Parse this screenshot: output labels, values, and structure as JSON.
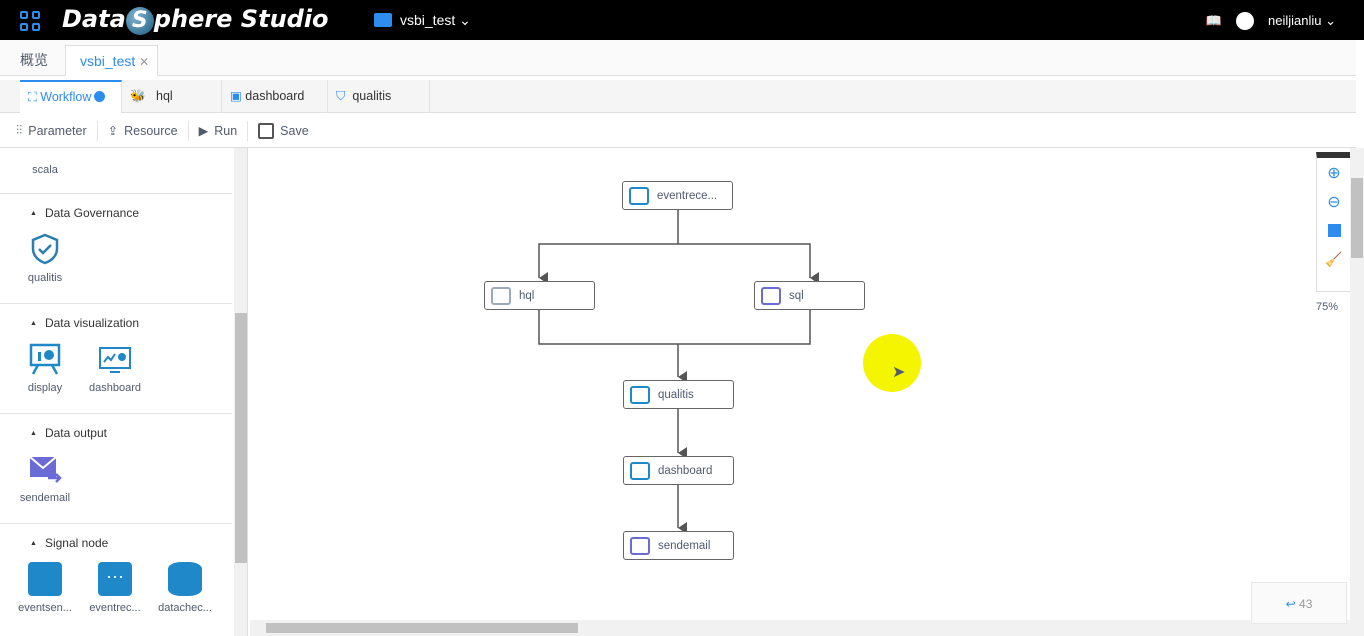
{
  "header": {
    "logo": "DataSphere Studio",
    "logo_pre": "Data",
    "logo_s": "S",
    "logo_post": "phere Studio",
    "project": "vsbi_test",
    "user": "neiljianliu"
  },
  "tabs": [
    {
      "label": "概览"
    },
    {
      "label": "vsbi_test",
      "closable": true
    }
  ],
  "subtabs": [
    {
      "label": "Workflow",
      "unsaved": true
    },
    {
      "label": "hql"
    },
    {
      "label": "dashboard"
    },
    {
      "label": "qualitis"
    }
  ],
  "toolbar": {
    "parameter": "Parameter",
    "resource": "Resource",
    "run": "Run",
    "save": "Save"
  },
  "sidebar": {
    "scala": "scala",
    "sections": [
      {
        "title": "Data Governance",
        "nodes": [
          "qualitis"
        ]
      },
      {
        "title": "Data visualization",
        "nodes": [
          "display",
          "dashboard"
        ]
      },
      {
        "title": "Data output",
        "nodes": [
          "sendemail"
        ]
      },
      {
        "title": "Signal node",
        "nodes": [
          "eventsen...",
          "eventrec...",
          "datachec..."
        ]
      }
    ]
  },
  "workflow": {
    "nodes": [
      "eventrece...",
      "hql",
      "sql",
      "qualitis",
      "dashboard",
      "sendemail"
    ]
  },
  "zoom": {
    "level": "75%"
  },
  "badge": {
    "icon": "↩",
    "count": "43"
  },
  "colors": {
    "accent": "#2d8cf0",
    "header_bg": "#000000",
    "icon_purple": "#6b6bd6"
  }
}
